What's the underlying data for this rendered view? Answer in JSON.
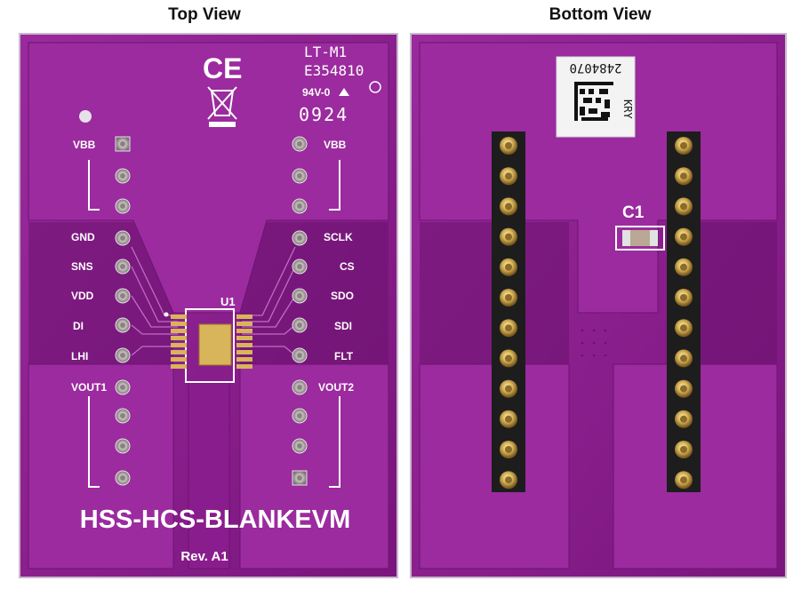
{
  "headings": {
    "top_view": "Top View",
    "bottom_view": "Bottom View"
  },
  "top_board": {
    "cert": {
      "line1": "LT-M1",
      "line2": "E354810",
      "line3": "94V-0",
      "date_code": "0924"
    },
    "ce_mark": "CE",
    "left_labels": [
      "VBB",
      "GND",
      "SNS",
      "VDD",
      "DI",
      "LHI",
      "VOUT1"
    ],
    "right_labels": [
      "VBB",
      "SCLK",
      "CS",
      "SDO",
      "SDI",
      "FLT",
      "VOUT2"
    ],
    "chip_ref": "U1",
    "board_name": "HSS-HCS-BLANKEVM",
    "revision": "Rev. A1"
  },
  "bottom_board": {
    "label_code": "2484070",
    "label_suffix": "KRY",
    "cap_ref": "C1"
  },
  "colors": {
    "board": "#8a1a8d",
    "board_dark": "#5a1160",
    "copper_pour": "#9d2ea0",
    "silkscreen": "#ffffff",
    "gold": "#d8b25a",
    "header_black": "#1c1c1c"
  }
}
